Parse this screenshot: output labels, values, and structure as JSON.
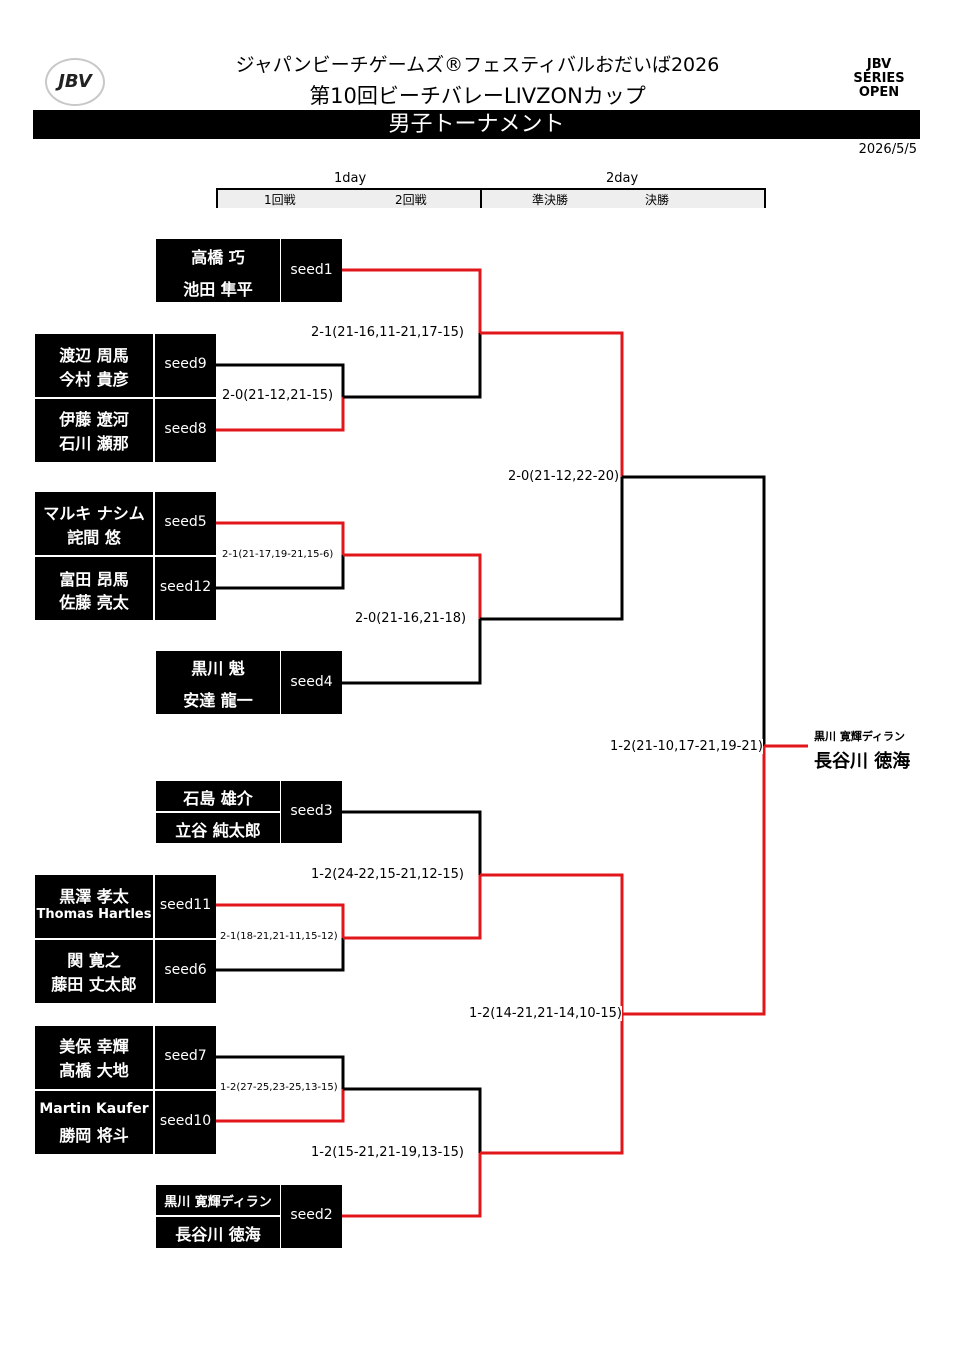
{
  "header": {
    "line1": "ジャパンビーチゲームズ®フェスティバルおだいば2026",
    "line2": "第10回ビーチバレーLIVZONカップ",
    "banner": "男子トーナメント",
    "date": "2026/5/5",
    "logo_left": "JBV",
    "logo_right": "JBV SERIES OPEN"
  },
  "schedule": {
    "day1": "1day",
    "day2": "2day",
    "rounds": [
      "1回戦",
      "2回戦",
      "準決勝",
      "決勝"
    ]
  },
  "teams": [
    {
      "p1": "高橋 巧",
      "p2": "池田 隼平",
      "seed": "seed1"
    },
    {
      "p1": "渡辺 周馬",
      "p2": "今村 貴彦",
      "seed": "seed9"
    },
    {
      "p1": "伊藤 遼河",
      "p2": "石川 瀬那",
      "seed": "seed8"
    },
    {
      "p1": "マルキ ナシム",
      "p2": "詫間 悠",
      "seed": "seed5"
    },
    {
      "p1": "富田 昂馬",
      "p2": "佐藤 亮太",
      "seed": "seed12"
    },
    {
      "p1": "黒川 魁",
      "p2": "安達 龍一",
      "seed": "seed4"
    },
    {
      "p1": "石島 雄介",
      "p2": "立谷 純太郎",
      "seed": "seed3"
    },
    {
      "p1": "黒澤 孝太",
      "p2": "Thomas Hartles",
      "seed": "seed11"
    },
    {
      "p1": "関 寛之",
      "p2": "藤田 丈太郎",
      "seed": "seed6"
    },
    {
      "p1": "美保 幸輝",
      "p2": "髙橋 大地",
      "seed": "seed7"
    },
    {
      "p1": "Martin Kaufer",
      "p2": "勝岡 将斗",
      "seed": "seed10"
    },
    {
      "p1": "黒川 寛輝ディラン",
      "p2": "長谷川 徳海",
      "seed": "seed2"
    }
  ],
  "scores": {
    "r1_9v8": "2-0(21-12,21-15)",
    "r1_5v12": "2-1(21-17,19-21,15-6)",
    "r1_11v6": "2-1(18-21,21-11,15-12)",
    "r1_7v10": "1-2(27-25,23-25,13-15)",
    "r2_1v8": "2-1(21-16,11-21,17-15)",
    "r2_5v4": "2-0(21-16,21-18)",
    "r2_3v11": "1-2(24-22,15-21,12-15)",
    "r2_10v2": "1-2(15-21,21-19,13-15)",
    "sf_top": "2-0(21-12,22-20)",
    "sf_bottom": "1-2(14-21,21-14,10-15)",
    "final": "1-2(21-10,17-21,19-21)"
  },
  "champion": {
    "p1": "黒川 寛輝ディラン",
    "p2": "長谷川 徳海"
  },
  "colors": {
    "winner_line": "#e0161b",
    "loser_line": "#000000"
  }
}
